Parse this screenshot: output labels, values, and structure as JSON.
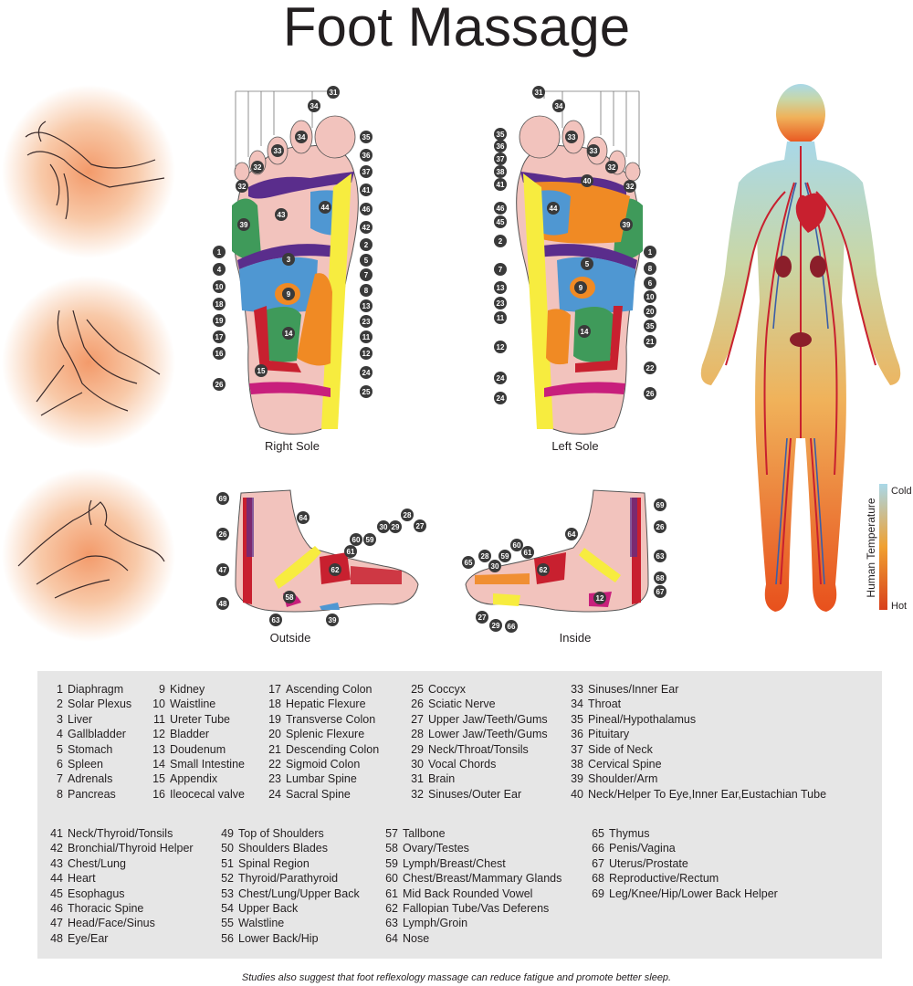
{
  "title": "Foot Massage",
  "panels": {
    "right_sole": "Right Sole",
    "left_sole": "Left Sole",
    "outside": "Outside",
    "inside": "Inside"
  },
  "temperature_scale": {
    "title": "Human Temperature",
    "cold": "Cold",
    "hot": "Hot"
  },
  "colors": {
    "yellow": "#f7ec3f",
    "orange": "#f08a24",
    "green": "#3f9a5a",
    "blue": "#4f97d2",
    "red": "#c8202f",
    "purple": "#5a2d8c",
    "magenta": "#c81f7c",
    "skin": "#f2c3bd",
    "legend_bg": "#e6e6e6"
  },
  "legend": [
    {
      "n": "1",
      "t": "Diaphragm"
    },
    {
      "n": "2",
      "t": "Solar Plexus"
    },
    {
      "n": "3",
      "t": "Liver"
    },
    {
      "n": "4",
      "t": "Gallbladder"
    },
    {
      "n": "5",
      "t": "Stomach"
    },
    {
      "n": "6",
      "t": "Spleen"
    },
    {
      "n": "7",
      "t": "Adrenals"
    },
    {
      "n": "8",
      "t": "Pancreas"
    },
    {
      "n": "9",
      "t": "Kidney"
    },
    {
      "n": "10",
      "t": "Waistline"
    },
    {
      "n": "11",
      "t": "Ureter Tube"
    },
    {
      "n": "12",
      "t": "Bladder"
    },
    {
      "n": "13",
      "t": "Doudenum"
    },
    {
      "n": "14",
      "t": "Small Intestine"
    },
    {
      "n": "15",
      "t": "Appendix"
    },
    {
      "n": "16",
      "t": "Ileocecal valve"
    },
    {
      "n": "17",
      "t": "Ascending Colon"
    },
    {
      "n": "18",
      "t": "Hepatic Flexure"
    },
    {
      "n": "19",
      "t": "Transverse Colon"
    },
    {
      "n": "20",
      "t": "Splenic Flexure"
    },
    {
      "n": "21",
      "t": "Descending Colon"
    },
    {
      "n": "22",
      "t": "Sigmoid Colon"
    },
    {
      "n": "23",
      "t": "Lumbar Spine"
    },
    {
      "n": "24",
      "t": "Sacral Spine"
    },
    {
      "n": "25",
      "t": "Coccyx"
    },
    {
      "n": "26",
      "t": "Sciatic Nerve"
    },
    {
      "n": "27",
      "t": "Upper Jaw/Teeth/Gums"
    },
    {
      "n": "28",
      "t": "Lower Jaw/Teeth/Gums"
    },
    {
      "n": "29",
      "t": "Neck/Throat/Tonsils"
    },
    {
      "n": "30",
      "t": "Vocal Chords"
    },
    {
      "n": "31",
      "t": "Brain"
    },
    {
      "n": "32",
      "t": "Sinuses/Outer Ear"
    },
    {
      "n": "33",
      "t": "Sinuses/Inner Ear"
    },
    {
      "n": "34",
      "t": "Throat"
    },
    {
      "n": "35",
      "t": "Pineal/Hypothalamus"
    },
    {
      "n": "36",
      "t": "Pituitary"
    },
    {
      "n": "37",
      "t": "Side of Neck"
    },
    {
      "n": "38",
      "t": "Cervical Spine"
    },
    {
      "n": "39",
      "t": "Shoulder/Arm"
    },
    {
      "n": "40",
      "t": "Neck/Helper To Eye,Inner Ear,Eustachian Tube"
    },
    {
      "n": "41",
      "t": "Neck/Thyroid/Tonsils"
    },
    {
      "n": "42",
      "t": "Bronchial/Thyroid Helper"
    },
    {
      "n": "43",
      "t": "Chest/Lung"
    },
    {
      "n": "44",
      "t": "Heart"
    },
    {
      "n": "45",
      "t": "Esophagus"
    },
    {
      "n": "46",
      "t": "Thoracic Spine"
    },
    {
      "n": "47",
      "t": "Head/Face/Sinus"
    },
    {
      "n": "48",
      "t": "Eye/Ear"
    },
    {
      "n": "49",
      "t": "Top of Shoulders"
    },
    {
      "n": "50",
      "t": "Shoulders Blades"
    },
    {
      "n": "51",
      "t": "Spinal Region"
    },
    {
      "n": "52",
      "t": "Thyroid/Parathyroid"
    },
    {
      "n": "53",
      "t": "Chest/Lung/Upper Back"
    },
    {
      "n": "54",
      "t": "Upper Back"
    },
    {
      "n": "55",
      "t": "Walstline"
    },
    {
      "n": "56",
      "t": "Lower Back/Hip"
    },
    {
      "n": "57",
      "t": "Tallbone"
    },
    {
      "n": "58",
      "t": "Ovary/Testes"
    },
    {
      "n": "59",
      "t": "Lymph/Breast/Chest"
    },
    {
      "n": "60",
      "t": "Chest/Breast/Mammary Glands"
    },
    {
      "n": "61",
      "t": "Mid Back Rounded Vowel"
    },
    {
      "n": "62",
      "t": "Fallopian Tube/Vas Deferens"
    },
    {
      "n": "63",
      "t": "Lymph/Groin"
    },
    {
      "n": "64",
      "t": "Nose"
    },
    {
      "n": "65",
      "t": "Thymus"
    },
    {
      "n": "66",
      "t": "Penis/Vagina"
    },
    {
      "n": "67",
      "t": "Uterus/Prostate"
    },
    {
      "n": "68",
      "t": "Reproductive/Rectum"
    },
    {
      "n": "69",
      "t": "Leg/Knee/Hip/Lower Back Helper"
    }
  ],
  "footnote": "Studies also suggest that foot reflexology massage can reduce fatigue and promote better sleep."
}
